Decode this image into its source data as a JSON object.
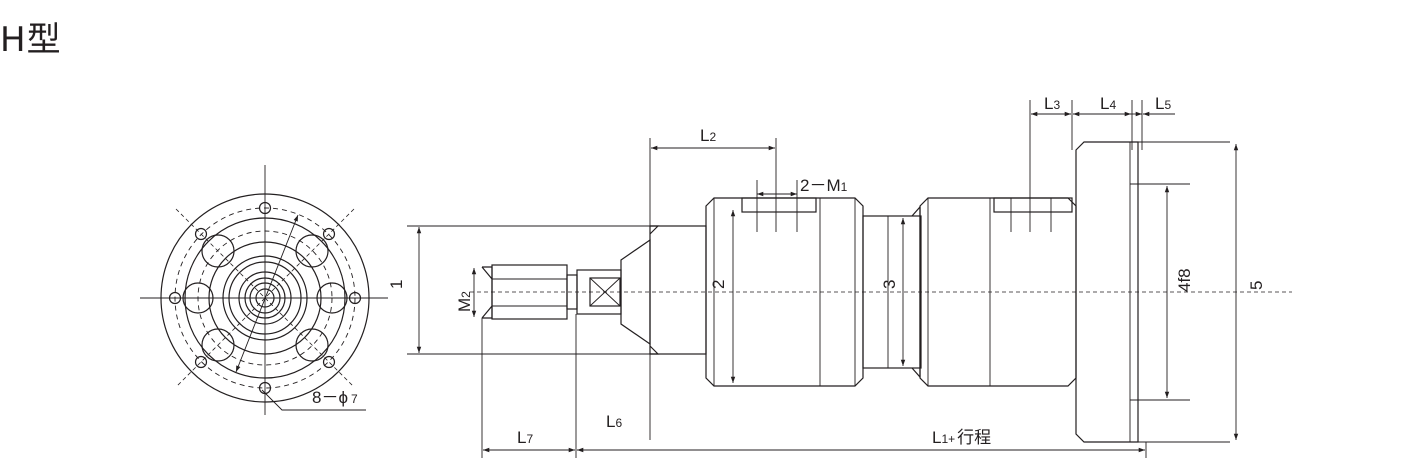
{
  "title": "H型",
  "labels": {
    "dim_1": "1",
    "dim_2": "2",
    "dim_3": "3",
    "dim_5": "5",
    "dim_4f8": "4f8",
    "m2_main": "M",
    "m2_sub": "2",
    "l2_main": "L",
    "l2_sub": "2",
    "l3_main": "L",
    "l3_sub": "3",
    "l4_main": "L",
    "l4_sub": "4",
    "l5_main": "L",
    "l5_sub": "5",
    "l6_main": "L",
    "l6_sub": "6",
    "l7_main": "L",
    "l7_sub": "7",
    "l1_main": "L",
    "l1_sub": "1+",
    "l1_stroke": "行程",
    "m1_prefix": "2－M",
    "m1_sub": "1",
    "holes_prefix": "8－ϕ",
    "holes_value": "7"
  },
  "colors": {
    "line": "#231f20",
    "background": "#ffffff"
  }
}
